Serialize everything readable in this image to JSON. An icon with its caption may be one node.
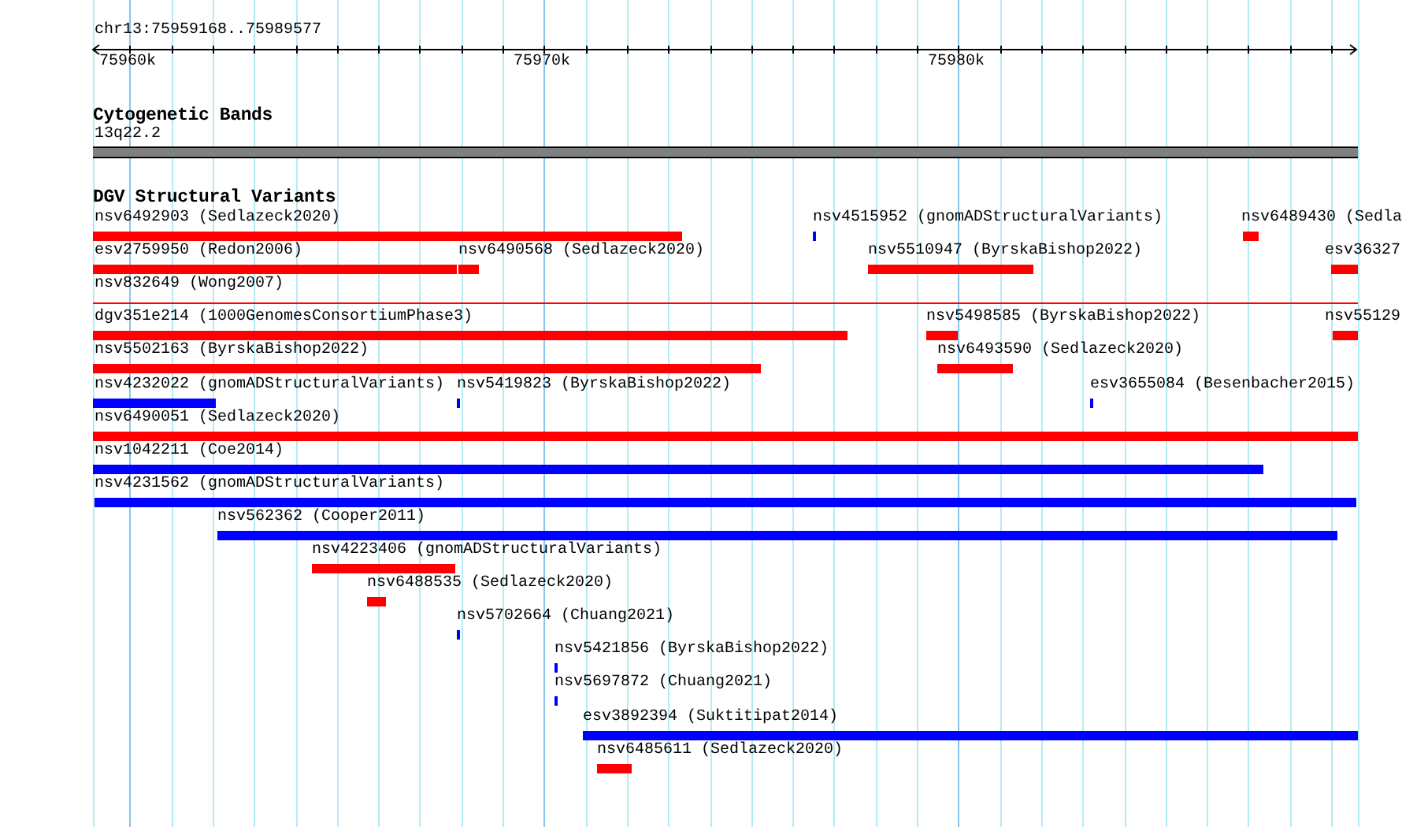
{
  "diagram": {
    "labels": [
      "chr13:75959168..75989577",
      "75960k",
      "75970k",
      "75980k",
      "Cytogenetic Bands",
      "13q22.2",
      "DGV Structural Variants",
      "nsv6492903 (Sedlazeck2020)",
      "nsv4515952 (gnomADStructuralVariants)",
      "nsv6489430 (Sedla",
      "esv2759950 (Redon2006)",
      "nsv6490568 (Sedlazeck2020)",
      "nsv5510947 (ByrskaBishop2022)",
      "esv36327",
      "nsv832649 (Wong2007)",
      "dgv351e214 (1000GenomesConsortiumPhase3)",
      "nsv5498585 (ByrskaBishop2022)",
      "nsv55129",
      "nsv5502163 (ByrskaBishop2022)",
      "nsv6493590 (Sedlazeck2020)",
      "nsv4232022 (gnomADStructuralVariants)",
      "nsv5419823 (ByrskaBishop2022)",
      "esv3655084 (Besenbacher2015)",
      "nsv6490051 (Sedlazeck2020)",
      "nsv1042211 (Coe2014)",
      "nsv4231562 (gnomADStructuralVariants)",
      "nsv562362 (Cooper2011)",
      "nsv4223406 (gnomADStructuralVariants)",
      "nsv6488535 (Sedlazeck2020)",
      "nsv5702664 (Chuang2021)",
      "nsv5421856 (ByrskaBishop2022)",
      "nsv5697872 (Chuang2021)",
      "esv3892394 (Suktitipat2014)",
      "nsv6485611 (Sedlazeck2020)"
    ]
  }
}
